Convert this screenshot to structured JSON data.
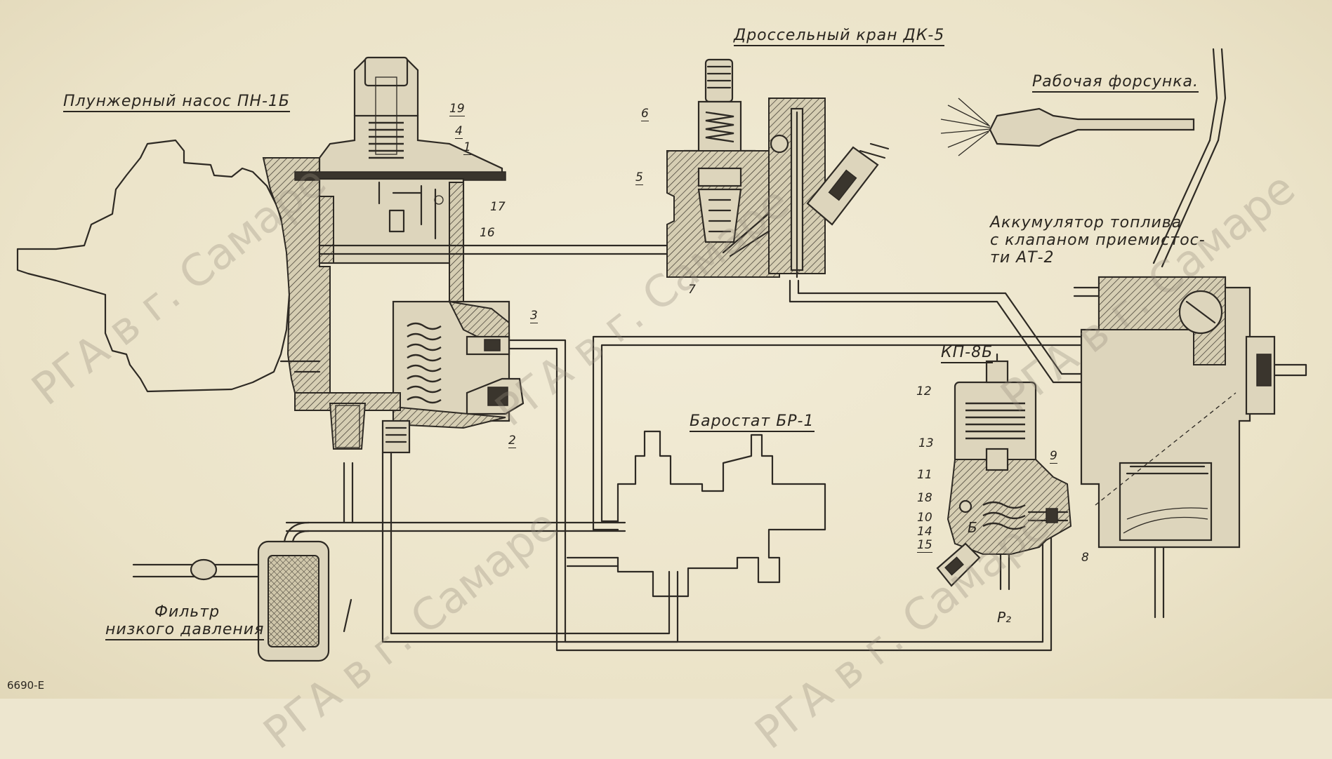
{
  "titles": {
    "throttle_valve": "Дроссельный кран ДК-5",
    "plunger_pump": "Плунжерный насос ПН-1Б",
    "working_nozzle": "Рабочая форсунка.",
    "accumulator_line1": "Аккумулятор топлива",
    "accumulator_line2": "с клапаном приемистос-",
    "accumulator_line3": "ти АТ-2",
    "kp": "КП-8Б",
    "barostat": "Баростат БР-1",
    "filter_line1": "Фильтр",
    "filter_line2": "низкого давления"
  },
  "part_numbers": {
    "n19": "19",
    "n4": "4",
    "n1": "1",
    "n17": "17",
    "n16": "16",
    "n3": "3",
    "n2": "2",
    "n6": "6",
    "n5": "5",
    "n7": "7",
    "n12": "12",
    "n13": "13",
    "n11": "11",
    "n18": "18",
    "n10": "10",
    "n14": "14",
    "n15": "15",
    "n9": "9",
    "n8": "8"
  },
  "markers": {
    "chamber_b": "Б",
    "pressure_p2": "P₂"
  },
  "sheet_code": "6690-Е",
  "watermark": "РГА в г. Самаре"
}
